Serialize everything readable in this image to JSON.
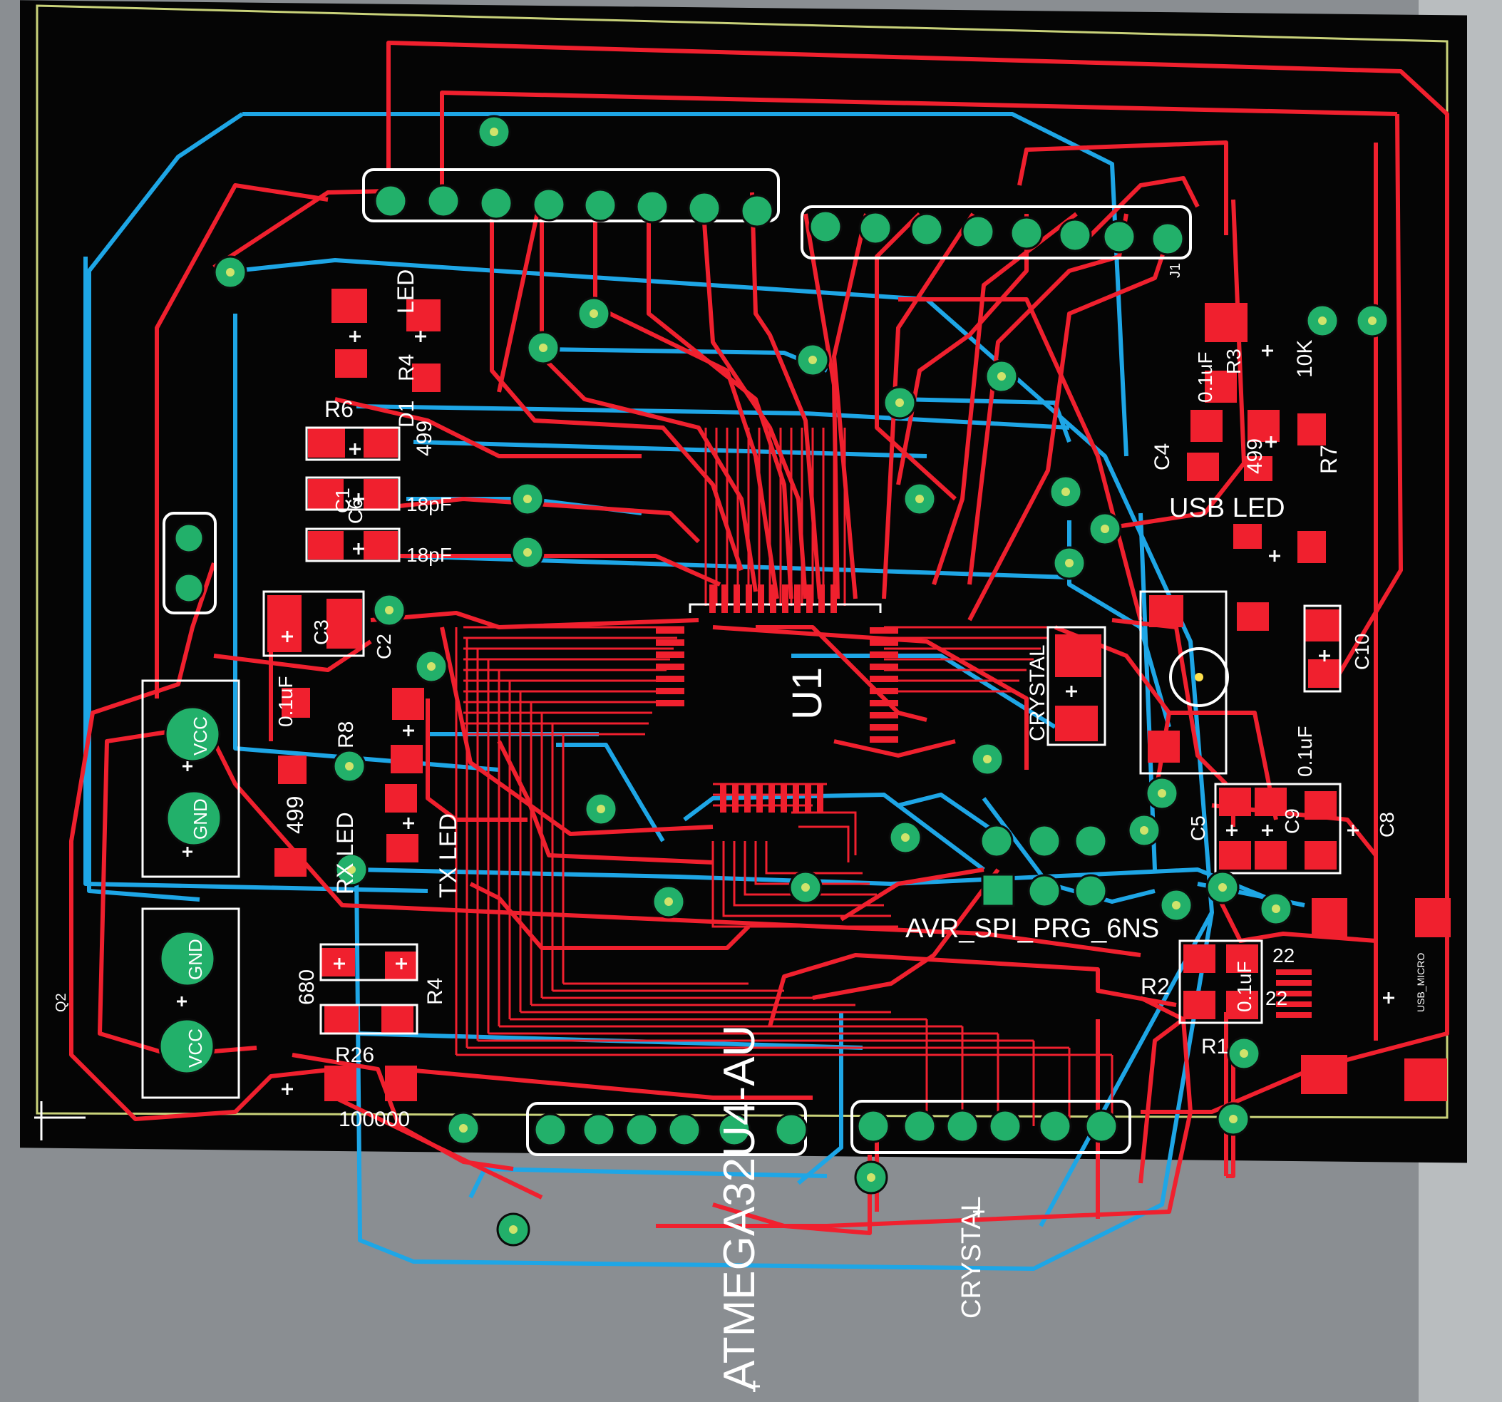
{
  "colors": {
    "background": "#050505",
    "board_outline": "#c9d27a",
    "top_copper": "#f0202e",
    "bottom_copper": "#1ea6e6",
    "pad": "#22b06a",
    "silkscreen": "#ffffff",
    "monitor_bezel": "#8a8e92"
  },
  "labels": {
    "u1": "U1",
    "atmega": "ATMEGA32U4-AU",
    "crystal": "CRYSTAL",
    "crystal_pad": "CRYSTAL",
    "avr_header": "AVR_SPI_PRG_6NS",
    "usb_led": "USB LED",
    "tx_led": "TX LED",
    "rx_led": "RX LED",
    "led": "LED",
    "r1": "R1",
    "r2": "R2",
    "r3": "R3",
    "r4": "R4",
    "r6": "R6",
    "r7": "R7",
    "r8": "R8",
    "r26": "R26",
    "c1": "C1",
    "c2": "C2",
    "c3": "C3",
    "c4": "C4",
    "c5": "C5",
    "c6": "C6",
    "c8": "C8",
    "c9": "C9",
    "c10": "C10",
    "c_0_1uf_a": "0.1uF",
    "c_0_1uf_b": "0.1uF",
    "c_0_1uf_c": "0.1uF",
    "c_0_1uf_d": "0.1uF",
    "c_18pf_a": "18pF",
    "c_18pf_b": "18pF",
    "r_10k": "10K",
    "r_499_a": "499",
    "r_499_b": "499",
    "r_499_c": "499",
    "r_680": "680",
    "r_22_a": "22",
    "r_22_b": "22",
    "r_100000": "100000",
    "vcc_a": "VCC",
    "vcc_b": "VCC",
    "gnd_a": "GND",
    "gnd_b": "GND",
    "usb_conn": "USB_MICRO",
    "j1": "J1",
    "d1": "D1",
    "q2": "Q2"
  }
}
